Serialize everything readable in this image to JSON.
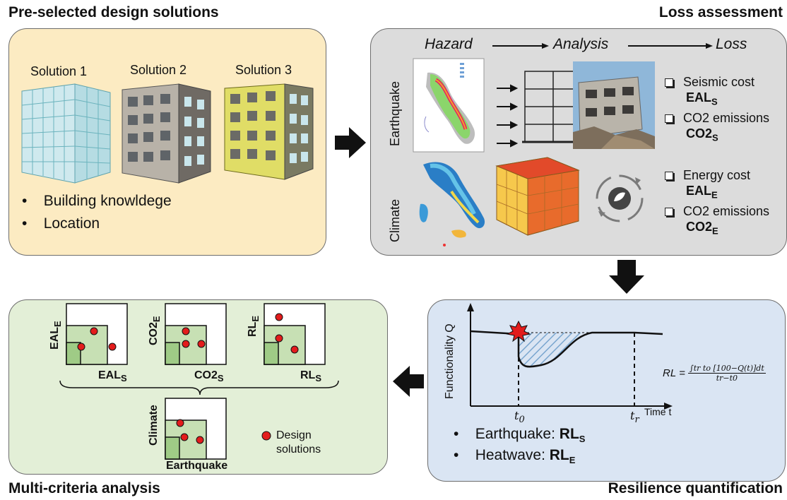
{
  "titles": {
    "design": "Pre-selected design solutions",
    "loss": "Loss assessment",
    "resilience": "Resilience quantification",
    "multi": "Multi-criteria analysis"
  },
  "design": {
    "solutions": [
      "Solution 1",
      "Solution 2",
      "Solution 3"
    ],
    "bullets": [
      "Building knowldege",
      "Location"
    ]
  },
  "loss": {
    "header": {
      "hazard": "Hazard",
      "analysis": "Analysis",
      "loss": "Loss"
    },
    "rows": {
      "earthquake": "Earthquake",
      "climate": "Climate"
    },
    "eq_items": [
      {
        "label": "Seismic cost",
        "metric": "EAL",
        "sub": "S"
      },
      {
        "label": "CO2 emissions",
        "metric": "CO2",
        "sub": "S"
      }
    ],
    "cl_items": [
      {
        "label": "Energy cost",
        "metric": "EAL",
        "sub": "E"
      },
      {
        "label": "CO2 emissions",
        "metric": "CO2",
        "sub": "E"
      }
    ]
  },
  "resilience": {
    "ylabel": "Functionality Q",
    "xlabel": "Time t",
    "t0": "t",
    "t0_sub": "0",
    "tr": "t",
    "tr_sub": "r",
    "formula_lhs": "RL =",
    "formula_num": "∫tr to [100−Q(t)]dt",
    "formula_den": "tr−t0",
    "bullets": [
      {
        "label": "Earthquake: ",
        "metric": "RL",
        "sub": "S"
      },
      {
        "label": "Heatwave: ",
        "metric": "RL",
        "sub": "E"
      }
    ]
  },
  "multi": {
    "charts": [
      {
        "y": "EAL",
        "y_sub": "E",
        "x": "EAL",
        "x_sub": "S"
      },
      {
        "y": "CO2",
        "y_sub": "E",
        "x": "CO2",
        "x_sub": "S"
      },
      {
        "y": "RL",
        "y_sub": "E",
        "x": "RL",
        "x_sub": "S"
      }
    ],
    "combined": {
      "y": "Climate",
      "x": "Earthquake"
    },
    "legend": [
      "Design",
      "solutions"
    ]
  },
  "colors": {
    "design_bg": "#fcebc2",
    "loss_bg": "#dcdcdc",
    "res_bg": "#dae5f3",
    "multi_bg": "#e3efd7",
    "point": "#e31c1c",
    "shade": "#c7e0b4"
  }
}
